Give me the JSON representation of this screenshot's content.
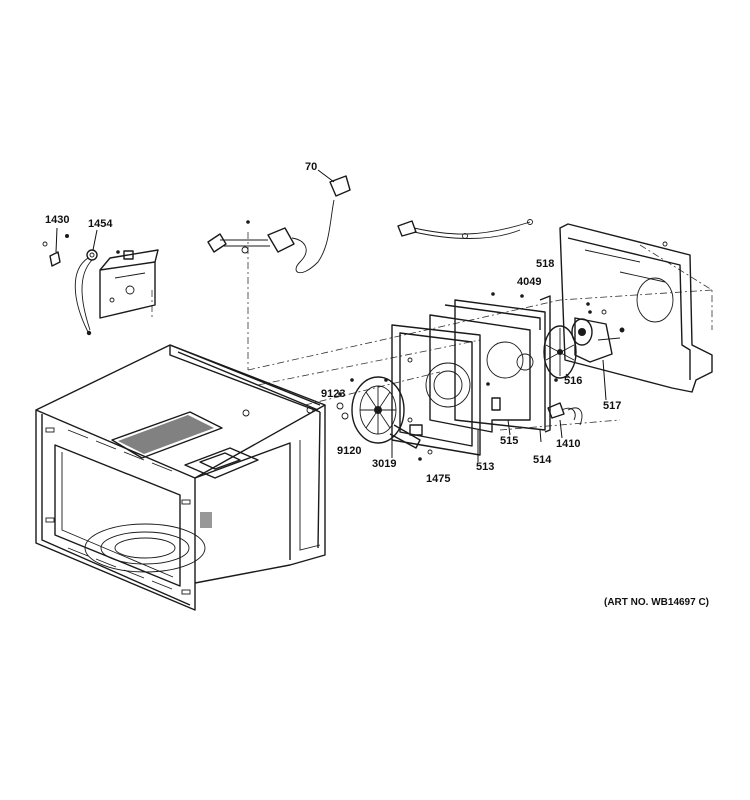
{
  "parts": {
    "p70": "70",
    "p1430": "1430",
    "p1454": "1454",
    "p518": "518",
    "p4049": "4049",
    "p9123": "9123",
    "p9120": "9120",
    "p3019": "3019",
    "p1475": "1475",
    "p513": "513",
    "p515": "515",
    "p514": "514",
    "p516": "516",
    "p517": "517",
    "p1410": "1410"
  },
  "art_number": "(ART NO. WB14697 C)"
}
